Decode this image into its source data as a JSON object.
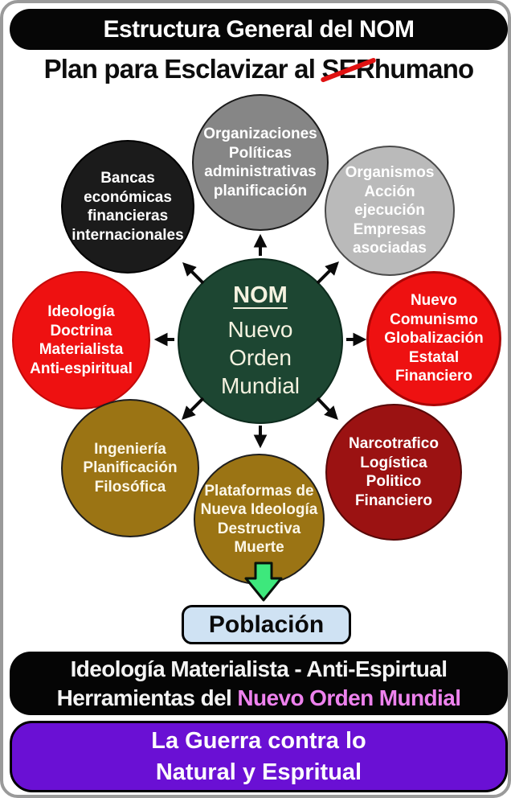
{
  "header": {
    "banner_title": "Estructura General del NOM",
    "banner_bg": "#060606",
    "subtitle_prefix": "Plan para Esclavizar al ",
    "subtitle_struck": "SER",
    "subtitle_suffix": "humano",
    "strike_color": "#e01212"
  },
  "diagram": {
    "center": {
      "heading": "NOM",
      "body": "Nuevo\nOrden\nMundial",
      "bg": "#1d4632",
      "text_color": "#f5f2e0"
    },
    "satellites": {
      "bancas": {
        "text": "Bancas\neconómicas\nfinancieras\ninternacionales",
        "bg": "#1b1b1b"
      },
      "organizaciones": {
        "text": "Organizaciones\nPolíticas\nadministrativas\nplanificación",
        "bg": "#868686"
      },
      "organismos": {
        "text": "Organismos\nAcción\nejecución\nEmpresas\nasociadas",
        "bg": "#bababa"
      },
      "ideologia": {
        "text": "Ideología\nDoctrina\nMaterialista\nAnti-espiritual",
        "bg": "#ee1111"
      },
      "comunismo": {
        "text": "Nuevo\nComunismo\nGlobalización\nEstatal\nFinanciero",
        "bg": "#ee1111"
      },
      "ingenieria": {
        "text": "Ingeniería\nPlanificación\nFilosófica",
        "bg": "#9b7414"
      },
      "narcotrafico": {
        "text": "Narcotrafico\nLogística\nPolitico\nFinanciero",
        "bg": "#9b1212"
      },
      "plataformas": {
        "text": "Plataformas de\nNueva Ideología\nDestructiva\nMuerte",
        "bg": "#9b7414"
      }
    },
    "arrow_color": "#0a0a0a",
    "down_arrow_fill": "#3de87c"
  },
  "poblacion": {
    "label": "Población",
    "bg": "#cfe2f3"
  },
  "footer": {
    "line1": "Ideología Materialista - Anti-Espirtual",
    "line2_prefix": "Herramientas del ",
    "line2_highlight": "Nuevo Orden Mundial",
    "highlight_color": "#ee82ee",
    "bg": "#050505"
  },
  "war_banner": {
    "text": "La Guerra contra lo\nNatural y Espritual",
    "bg": "#6a10d4"
  }
}
